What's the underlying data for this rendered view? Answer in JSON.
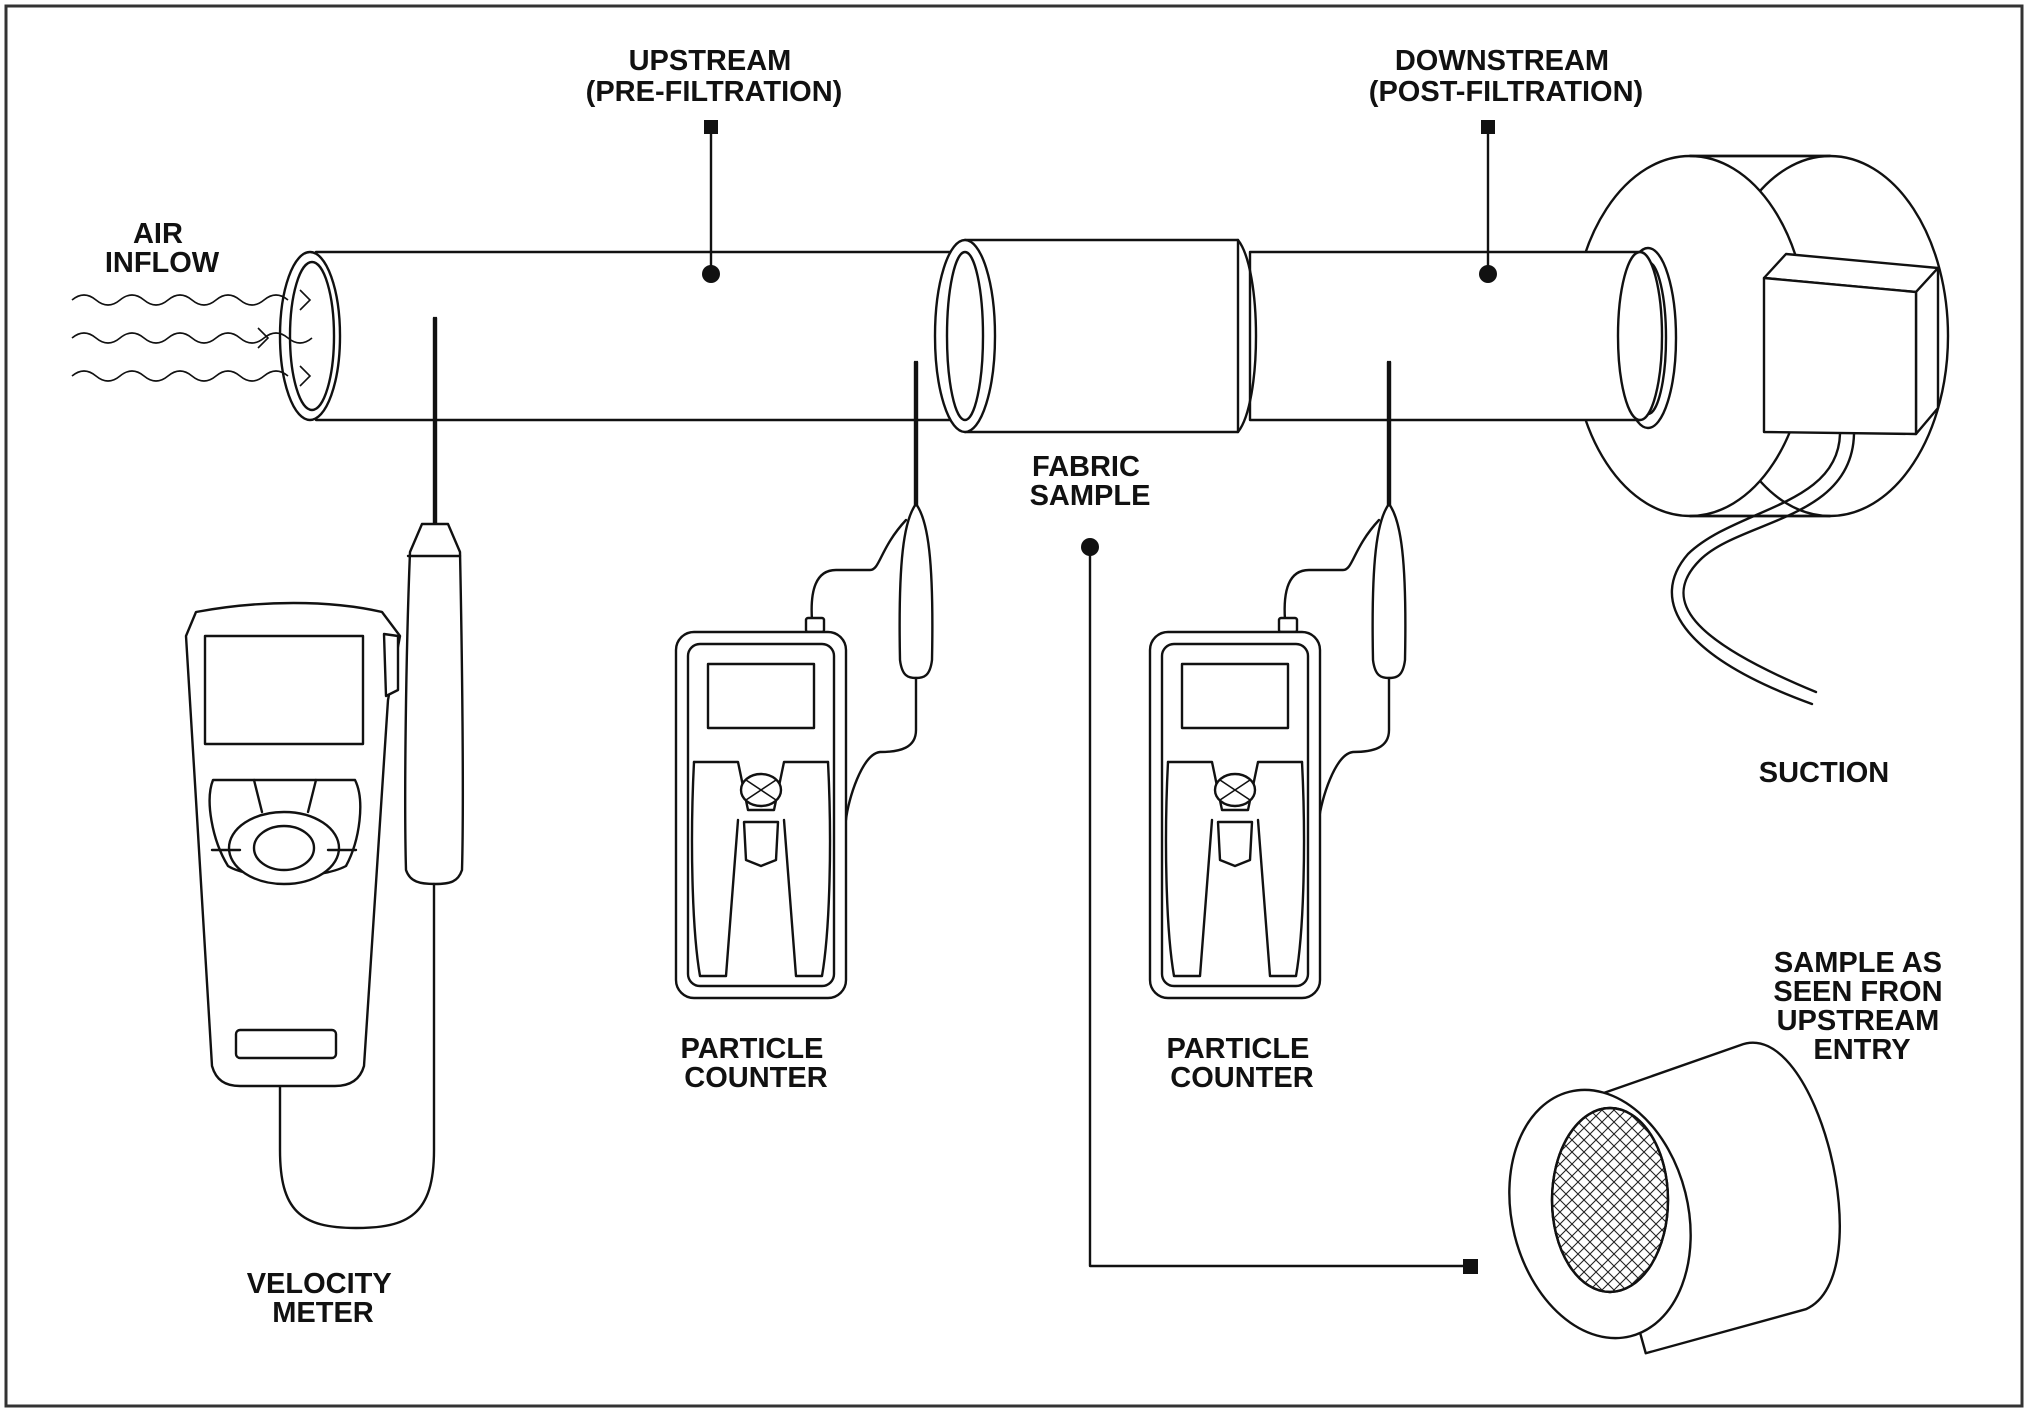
{
  "labels": {
    "air_inflow": [
      "AIR",
      "INFLOW"
    ],
    "upstream": [
      "UPSTREAM",
      "(PRE-FILTRATION)"
    ],
    "downstream": [
      "DOWNSTREAM",
      "(POST-FILTRATION)"
    ],
    "fabric_sample": [
      "FABRIC",
      "SAMPLE"
    ],
    "suction": [
      "SUCTION"
    ],
    "particle_counter_upstream": [
      "PARTICLE",
      "COUNTER"
    ],
    "particle_counter_downstream": [
      "PARTICLE",
      "COUNTER"
    ],
    "velocity_meter": [
      "VELOCITY",
      "METER"
    ],
    "sample_view": [
      "SAMPLE AS",
      "SEEN FRON",
      "UPSTREAM",
      "ENTRY"
    ]
  },
  "colors": {
    "line": "#111111",
    "background": "#ffffff",
    "frame": "#333333"
  }
}
